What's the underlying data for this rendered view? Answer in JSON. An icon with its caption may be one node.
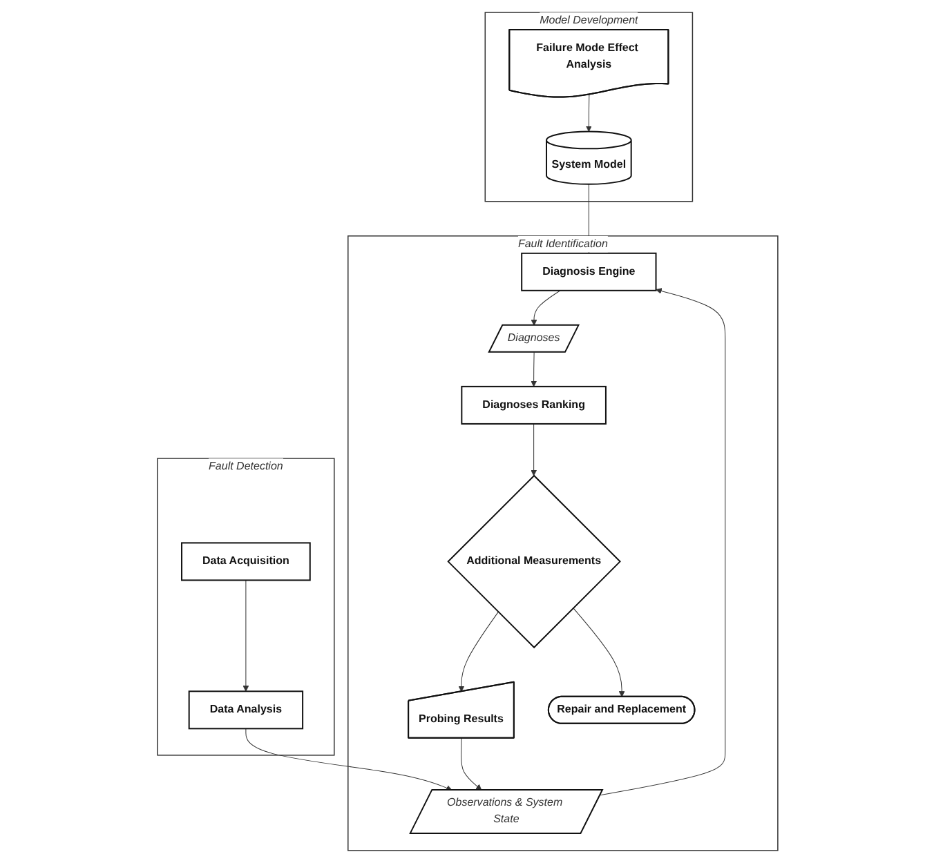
{
  "diagram": {
    "nodes": [
      {
        "text": [
          "Model Development"
        ]
      },
      {
        "text": [
          "Failure Mode Effect Analysis"
        ],
        "in": 0
      },
      {
        "text": [
          "System Model"
        ],
        "in": 0
      },
      {
        "text": [
          "Fault Detection"
        ]
      },
      {
        "text": [
          "Data Analysis"
        ],
        "in": 3
      },
      {
        "text": [
          "Data Acquisition"
        ],
        "in": 3
      },
      {
        "text": [
          "Fault Identification"
        ]
      },
      {
        "text": [
          "Diagnosis Engine"
        ],
        "in": 6
      },
      {
        "text": [
          "Observations & System State"
        ],
        "in": 6
      },
      {
        "text": [
          "Diagnoses"
        ],
        "in": 6
      },
      {
        "text": [
          "Probing Results"
        ],
        "in": 6
      },
      {
        "text": [
          "Diagnoses Ranking"
        ],
        "in": 6
      },
      {
        "text": [
          "Additional Measurements"
        ],
        "in": 6
      },
      {
        "text": [
          "Repair and Replacement"
        ],
        "in": 6
      }
    ],
    "edges": [
      {
        "from": 1,
        "to": 2,
        "arrow": "to"
      },
      {
        "from": 5,
        "to": 4,
        "arrow": "to"
      },
      {
        "from": 2,
        "to": 7,
        "arrow": "to"
      },
      {
        "from": 4,
        "to": 8,
        "arrow": "to"
      },
      {
        "from": 8,
        "to": 7,
        "arrow": "to"
      },
      {
        "from": 7,
        "to": 9,
        "arrow": "to"
      },
      {
        "from": 9,
        "to": 11,
        "arrow": "to"
      },
      {
        "from": 11,
        "to": 12,
        "arrow": "to"
      },
      {
        "from": 12,
        "to": 10,
        "arrow": "to"
      },
      {
        "from": 10,
        "to": 8,
        "arrow": "to"
      },
      {
        "from": 12,
        "to": 13,
        "arrow": "to"
      }
    ]
  }
}
